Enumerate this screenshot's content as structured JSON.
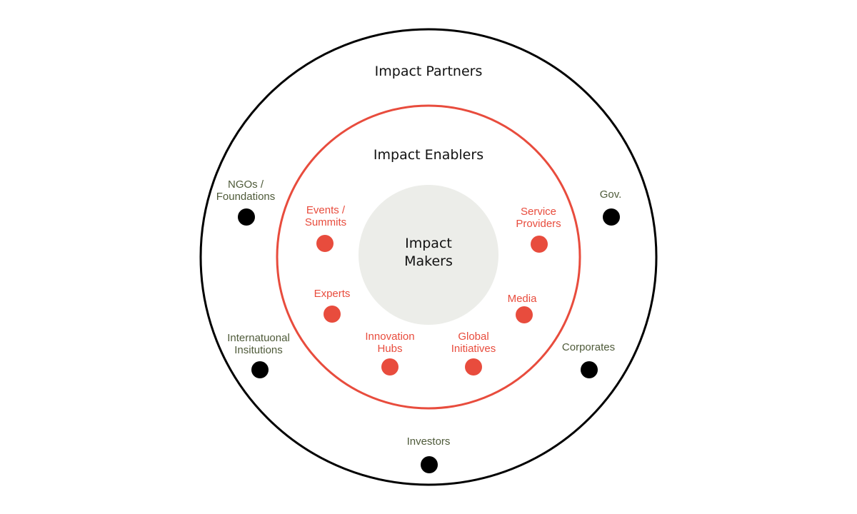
{
  "colors": {
    "outer_ring": "#000000",
    "enabler_ring": "#e84c3d",
    "core_fill": "#ecede9",
    "partner_dot": "#000000",
    "enabler_dot": "#e84c3d",
    "partner_text": "#4f5b3a"
  },
  "outer": {
    "title": "Impact Partners"
  },
  "middle": {
    "title": "Impact Enablers"
  },
  "core": {
    "line1": "Impact",
    "line2": "Makers"
  },
  "partners": [
    {
      "line1": "NGOs /",
      "line2": "Foundations"
    },
    {
      "line1": "Gov.",
      "line2": ""
    },
    {
      "line1": "Internatuonal",
      "line2": "Insitutions"
    },
    {
      "line1": "Corporates",
      "line2": ""
    },
    {
      "line1": "Investors",
      "line2": ""
    }
  ],
  "enablers": [
    {
      "line1": "Events /",
      "line2": "Summits"
    },
    {
      "line1": "Service",
      "line2": "Providers"
    },
    {
      "line1": "Experts",
      "line2": ""
    },
    {
      "line1": "Media",
      "line2": ""
    },
    {
      "line1": "Innovation",
      "line2": "Hubs"
    },
    {
      "line1": "Global",
      "line2": "Initiatives"
    }
  ]
}
